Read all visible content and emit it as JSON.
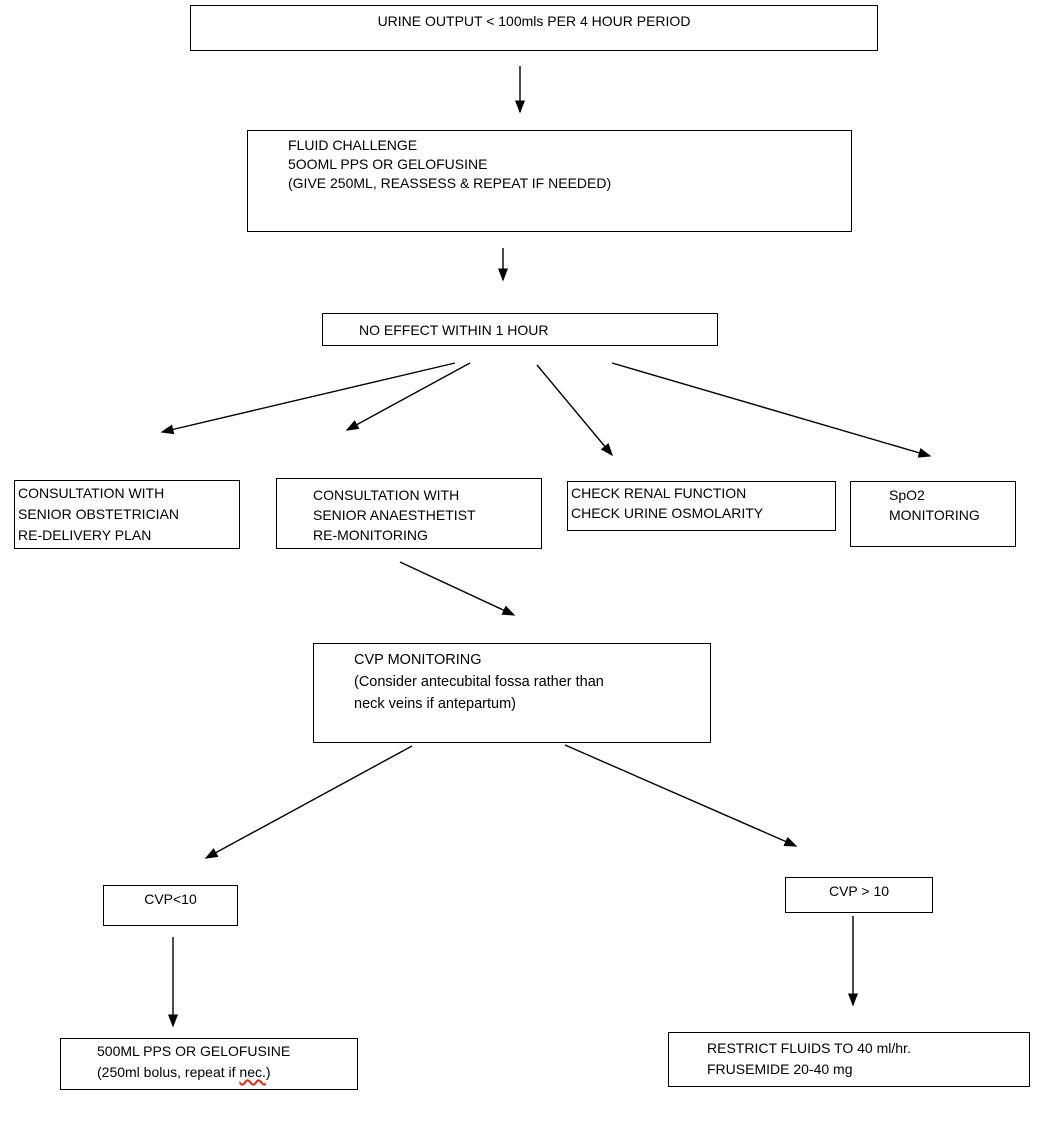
{
  "nodes": {
    "urine_output": {
      "lines": [
        "URINE OUTPUT < 100mls PER 4 HOUR PERIOD"
      ]
    },
    "fluid_challenge": {
      "lines": [
        "FLUID CHALLENGE",
        "5OOML PPS OR GELOFUSINE",
        "(GIVE 250ML, REASSESS & REPEAT IF NEEDED)"
      ]
    },
    "no_effect": {
      "lines": [
        "NO EFFECT WITHIN 1 HOUR"
      ]
    },
    "consult_obstetrician": {
      "lines": [
        "CONSULTATION WITH",
        "SENIOR OBSTETRICIAN",
        "RE-DELIVERY PLAN"
      ]
    },
    "consult_anaesthetist": {
      "lines": [
        "CONSULTATION WITH",
        "SENIOR ANAESTHETIST",
        "RE-MONITORING"
      ]
    },
    "renal_function": {
      "lines": [
        "CHECK RENAL FUNCTION",
        "CHECK URINE OSMOLARITY"
      ]
    },
    "spo2_monitoring": {
      "lines": [
        "SpO2",
        "MONITORING"
      ]
    },
    "cvp_monitoring": {
      "lines": [
        "CVP MONITORING",
        "(Consider antecubital fossa rather than",
        "neck veins if antepartum)"
      ]
    },
    "cvp_low": {
      "lines": [
        "CVP<10"
      ]
    },
    "cvp_high": {
      "lines": [
        "CVP > 10"
      ]
    },
    "fluid_500": {
      "line1": "500ML PPS OR GELOFUSINE",
      "line2_prefix": "(250ml bolus, repeat if ",
      "line2_misspelled": "nec.",
      "line2_suffix": ")"
    },
    "restrict_fluids": {
      "lines": [
        "RESTRICT FLUIDS TO 40 ml/hr.",
        "FRUSEMIDE 20-40 mg"
      ]
    }
  },
  "edges": [
    {
      "from": "urine_output",
      "to": "fluid_challenge"
    },
    {
      "from": "fluid_challenge",
      "to": "no_effect"
    },
    {
      "from": "no_effect",
      "to": "consult_obstetrician"
    },
    {
      "from": "no_effect",
      "to": "consult_anaesthetist"
    },
    {
      "from": "no_effect",
      "to": "renal_function"
    },
    {
      "from": "no_effect",
      "to": "spo2_monitoring"
    },
    {
      "from": "consult_anaesthetist",
      "to": "cvp_monitoring"
    },
    {
      "from": "cvp_monitoring",
      "to": "cvp_low"
    },
    {
      "from": "cvp_monitoring",
      "to": "cvp_high"
    },
    {
      "from": "cvp_low",
      "to": "fluid_500"
    },
    {
      "from": "cvp_high",
      "to": "restrict_fluids"
    }
  ],
  "colors": {
    "background": "#ffffff",
    "box_border": "#000000",
    "text": "#000000",
    "arrow": "#000000",
    "spellcheck_underline": "#e02a1a"
  }
}
